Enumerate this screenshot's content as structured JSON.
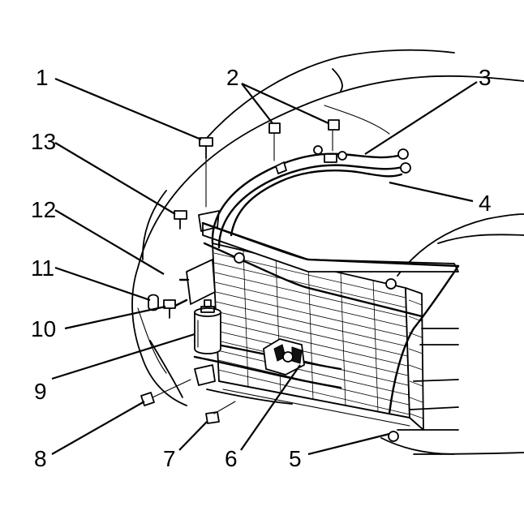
{
  "callouts": [
    {
      "id": "1",
      "label": "1"
    },
    {
      "id": "2",
      "label": "2"
    },
    {
      "id": "3",
      "label": "3"
    },
    {
      "id": "4",
      "label": "4"
    },
    {
      "id": "5",
      "label": "5"
    },
    {
      "id": "6",
      "label": "6"
    },
    {
      "id": "7",
      "label": "7"
    },
    {
      "id": "8",
      "label": "8"
    },
    {
      "id": "9",
      "label": "9"
    },
    {
      "id": "10",
      "label": "10"
    },
    {
      "id": "11",
      "label": "11"
    },
    {
      "id": "12",
      "label": "12"
    },
    {
      "id": "13",
      "label": "13"
    }
  ],
  "colors": {
    "line": "#000000",
    "background": "#ffffff"
  }
}
